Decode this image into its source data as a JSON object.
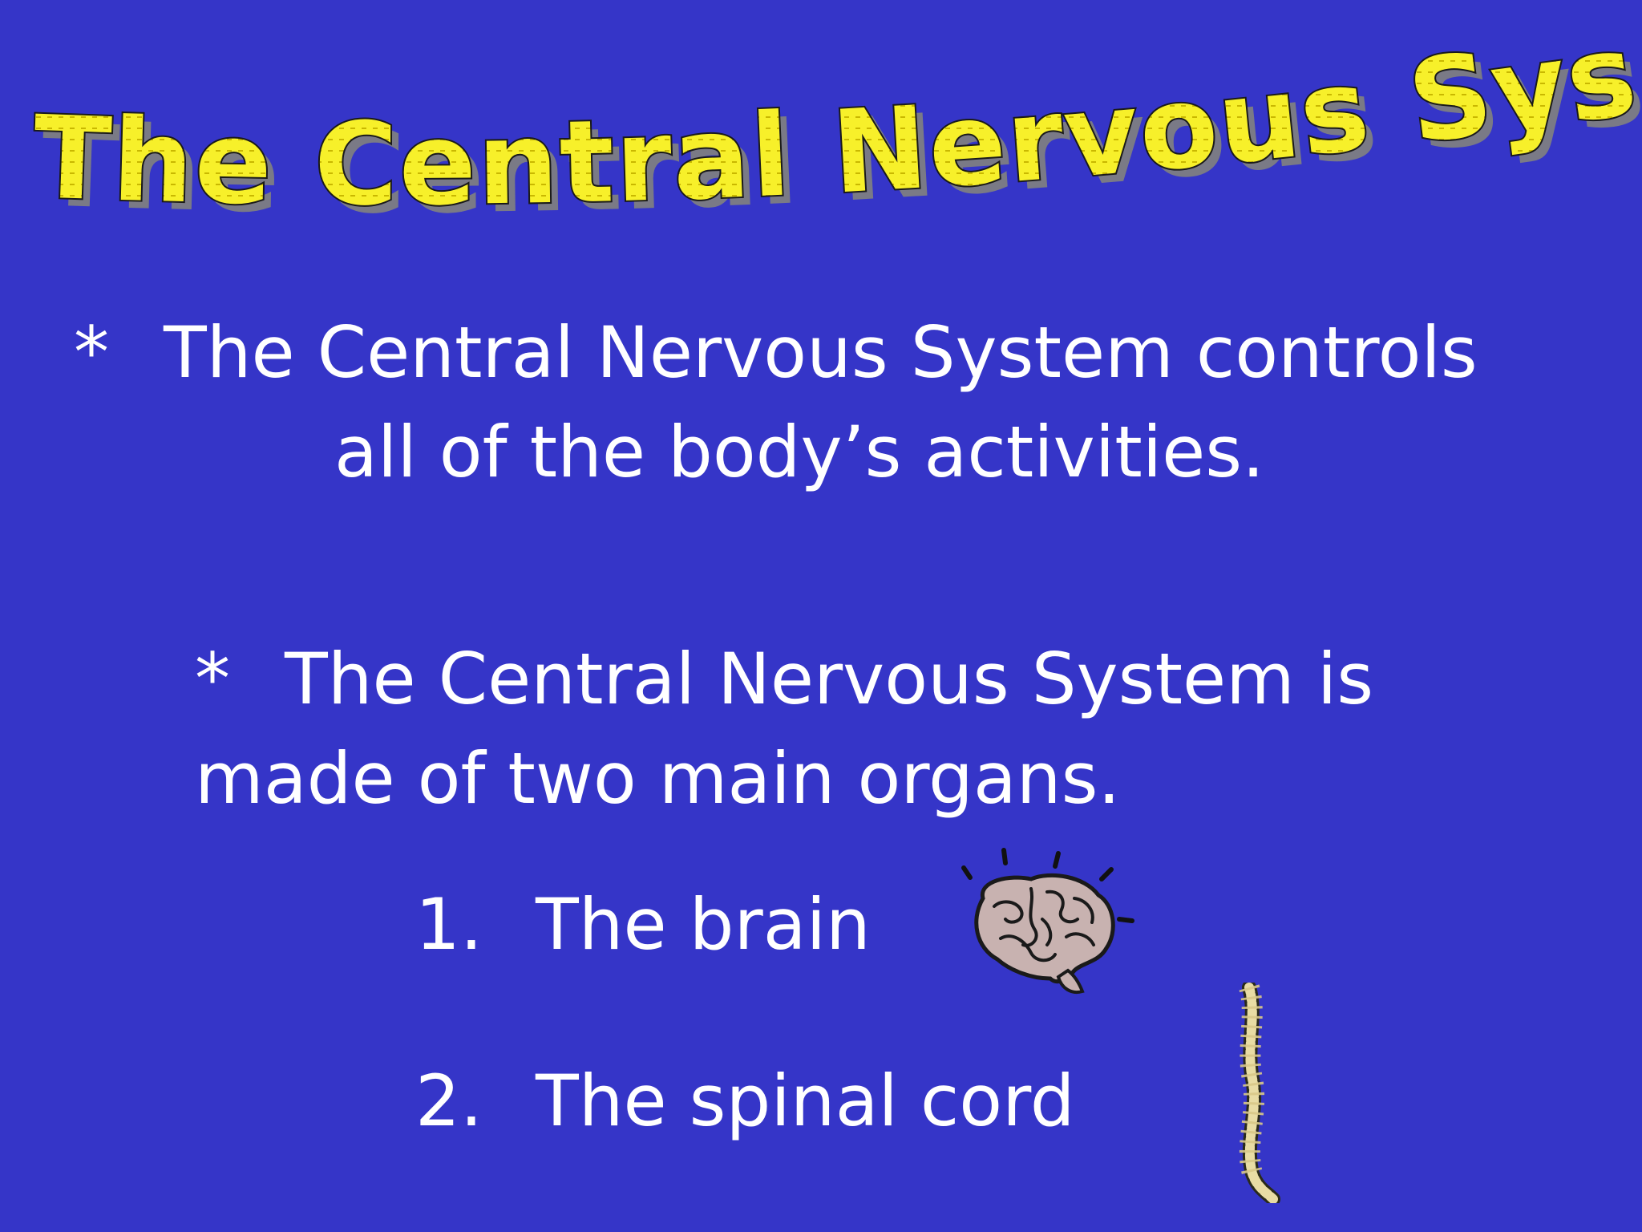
{
  "slide": {
    "title": "The Central Nervous System",
    "title_color": "#f7f02a",
    "background_color": "#3535c8",
    "bullets": [
      {
        "marker": "*",
        "line1": "The Central Nervous System controls",
        "line2": "all of the body’s activities."
      },
      {
        "marker": "*",
        "line1": "The Central Nervous System is",
        "line2": "made of two main organs."
      }
    ],
    "organs": [
      {
        "number": "1.",
        "label": "The brain",
        "icon": "brain-icon"
      },
      {
        "number": "2.",
        "label": "The spinal cord",
        "icon": "spine-icon"
      }
    ]
  }
}
